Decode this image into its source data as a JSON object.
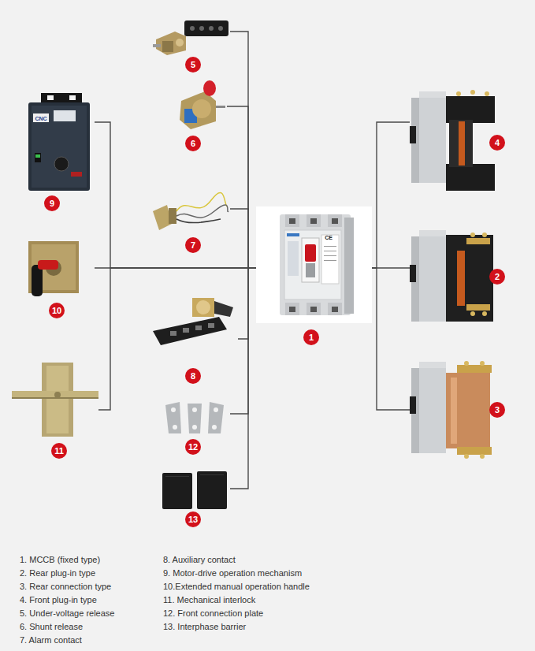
{
  "diagram": {
    "nodes": [
      {
        "text": [
          "1"
        ]
      },
      {
        "text": [
          "2"
        ]
      },
      {
        "text": [
          "3"
        ]
      },
      {
        "text": [
          "4"
        ]
      },
      {
        "text": [
          "5"
        ]
      },
      {
        "text": [
          "6"
        ]
      },
      {
        "text": [
          "7"
        ]
      },
      {
        "text": [
          "8"
        ]
      },
      {
        "text": [
          "9"
        ]
      },
      {
        "text": [
          "10"
        ]
      },
      {
        "text": [
          "11"
        ]
      },
      {
        "text": [
          "12"
        ]
      },
      {
        "text": [
          "13"
        ]
      }
    ],
    "edges": [
      {
        "from": 0,
        "to": 1,
        "arrow": "none"
      },
      {
        "from": 0,
        "to": 2,
        "arrow": "none"
      },
      {
        "from": 0,
        "to": 3,
        "arrow": "none"
      },
      {
        "from": 0,
        "to": 4,
        "arrow": "none"
      },
      {
        "from": 0,
        "to": 5,
        "arrow": "none"
      },
      {
        "from": 0,
        "to": 6,
        "arrow": "none"
      },
      {
        "from": 0,
        "to": 7,
        "arrow": "none"
      },
      {
        "from": 0,
        "to": 8,
        "arrow": "none"
      },
      {
        "from": 0,
        "to": 9,
        "arrow": "none"
      },
      {
        "from": 0,
        "to": 10,
        "arrow": "none"
      },
      {
        "from": 0,
        "to": 11,
        "arrow": "none"
      },
      {
        "from": 0,
        "to": 12,
        "arrow": "none"
      }
    ],
    "labels": [
      "CNC",
      "CE",
      "1. MCCB (fixed type)",
      "2. Rear plug-in type",
      "3. Rear connection type",
      "4. Front plug-in type",
      "5. Under-voltage release",
      "6. Shunt release",
      "7. Alarm contact",
      "8. Auxiliary contact",
      "9. Motor-drive operation mechanism",
      "10.Extended manual operation handle",
      "11. Mechanical interlock",
      "12. Front connection plate",
      "13. Interphase barrier"
    ]
  }
}
